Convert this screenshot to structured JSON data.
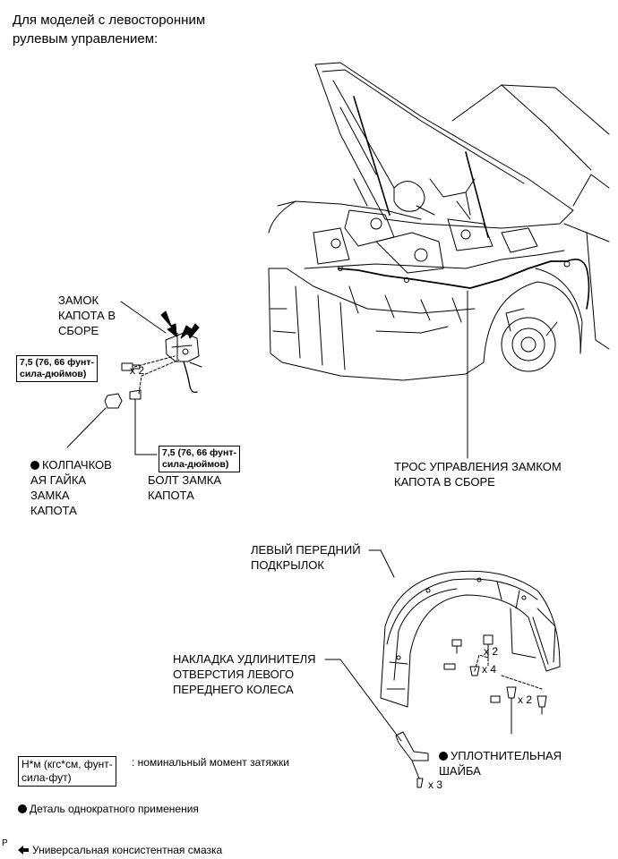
{
  "header": {
    "title": "Для моделей с левосторонним\nрулевым управлением:"
  },
  "callouts": {
    "hood_lock": "ЗАМОК\nКАПОТА В\nСБОРЕ",
    "cap_nut": "КОЛПАЧКОВ\nАЯ ГАЙКА\nЗАМКА\nКАПОТА",
    "lock_bolt": "БОЛТ ЗАМКА\nКАПОТА",
    "cable": "ТРОС УПРАВЛЕНИЯ ЗАМКОМ\nКАПОТА В СБОРЕ",
    "liner": "ЛЕВЫЙ ПЕРЕДНИЙ\nПОДКРЫЛОК",
    "extension": "НАКЛАДКА УДЛИНИТЕЛЯ\nОТВЕРСТИЯ ЛЕВОГО\nПЕРЕДНЕГО КОЛЕСА",
    "washer": "УПЛОТНИТЕЛЬНАЯ\nШАЙБА"
  },
  "torque": {
    "upper": "7,5 (76, 66 фунт-\nсила-дюймов)",
    "lower": "7,5 (76, 66 фунт-\nсила-дюймов)"
  },
  "quantities": {
    "q1": "x 2",
    "q2": "x 2",
    "q3": "x 4",
    "q4": "x 2",
    "q5": "x 3"
  },
  "legend": {
    "torque_unit": "Н*м (кгс*см, фунт-\nсила-фут)",
    "torque_desc": ": номинальный момент затяжки",
    "single_use": "Деталь однократного применения",
    "grease": "Универсальная консистентная смазка"
  },
  "page_code": "P"
}
